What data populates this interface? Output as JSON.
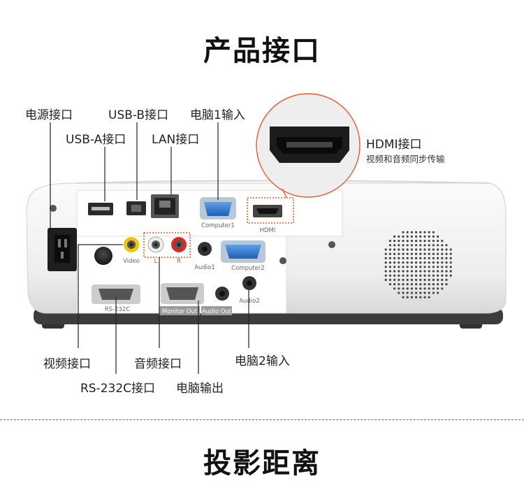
{
  "titles": {
    "section1": "产品接口",
    "section2": "投影距离"
  },
  "callouts": {
    "power": "电源接口",
    "usb_b": "USB-B接口",
    "pc1_in": "电脑1输入",
    "usb_a": "USB-A接口",
    "lan": "LAN接口",
    "hdmi": "HDMI接口",
    "hdmi_desc": "视频和音频同步传输",
    "video": "视频接口",
    "audio": "音频接口",
    "pc2_in": "电脑2输入",
    "rs232": "RS-232C接口",
    "pc_out": "电脑输出"
  },
  "panel_labels": {
    "computer1": "Computer1",
    "hdmi": "HDMI",
    "video": "Video",
    "left": "L",
    "right": "R",
    "audio1": "Audio1",
    "computer2": "Computer2",
    "rs232c": "RS-232C",
    "monitor_out": "Monitor Out",
    "audio_out": "Audio Out",
    "audio2": "Audio2"
  },
  "colors": {
    "callout_line": "#ee5a2a",
    "leader_line": "#222222",
    "body": "#f3f3f3"
  }
}
